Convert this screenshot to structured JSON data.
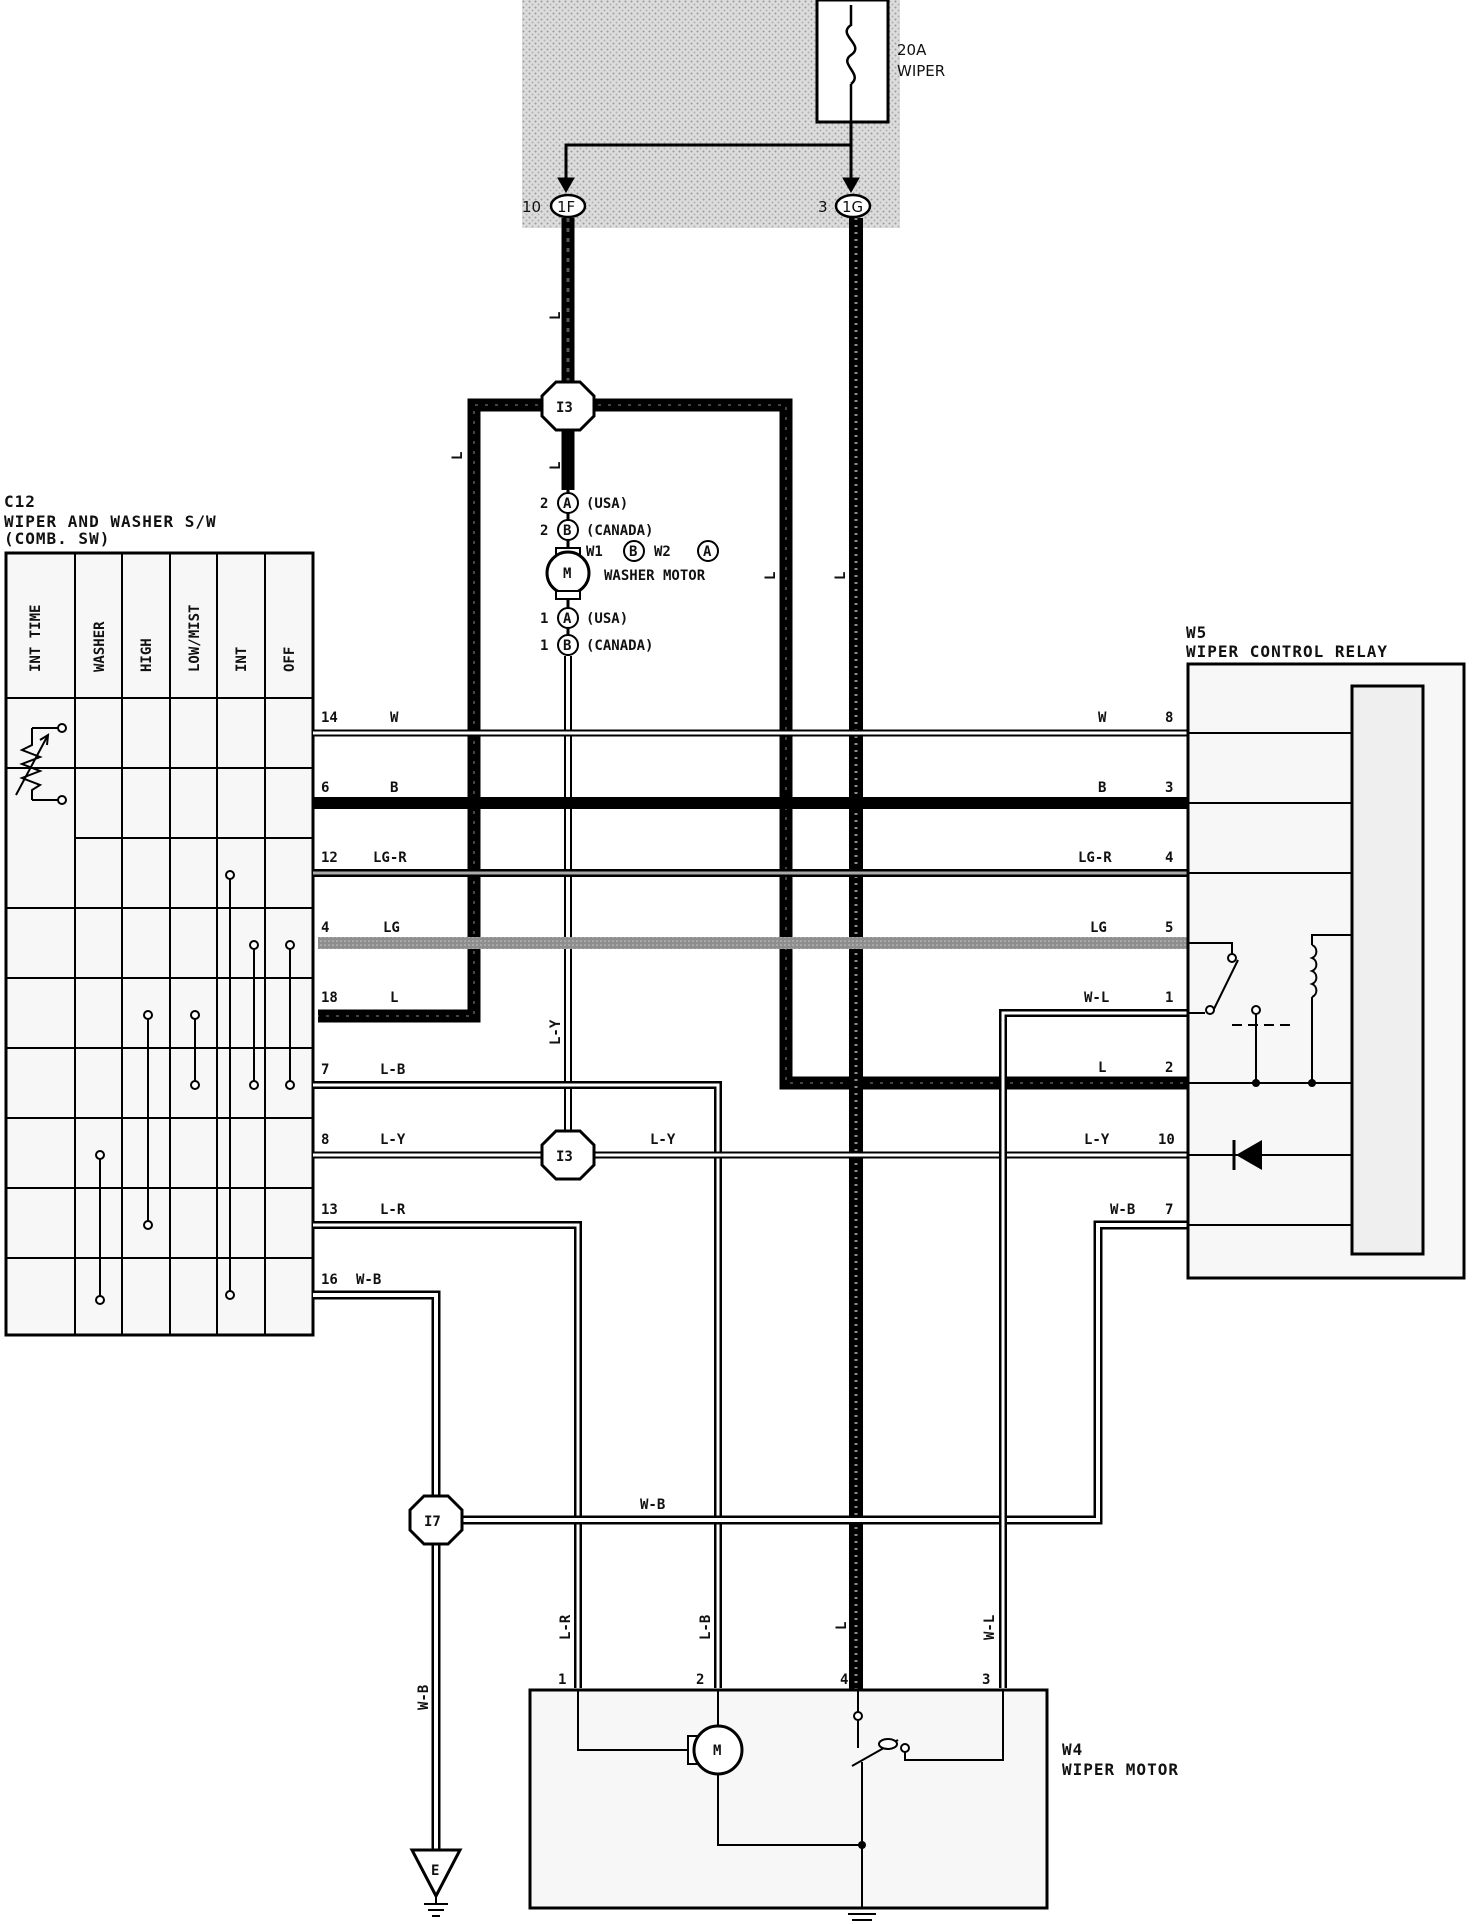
{
  "fuse": {
    "rating": "20A",
    "name": "WIPER"
  },
  "top_connectors": [
    {
      "pin": "10",
      "id": "1F"
    },
    {
      "pin": "3",
      "id": "1G"
    }
  ],
  "junctions": {
    "upper": "I3",
    "lower": "I3",
    "ground_junction": "I7"
  },
  "washer_motor": {
    "conn_top": [
      {
        "pin": "2",
        "conn": "A",
        "note": "(USA)"
      },
      {
        "pin": "2",
        "conn": "B",
        "note": "(CANADA)"
      }
    ],
    "code_a": "W1",
    "conn_a": "B",
    "code_b": "W2",
    "conn_b": "A",
    "label": "WASHER MOTOR",
    "symbol": "M",
    "conn_bottom": [
      {
        "pin": "1",
        "conn": "A",
        "note": "(USA)"
      },
      {
        "pin": "1",
        "conn": "B",
        "note": "(CANADA)"
      }
    ]
  },
  "switch": {
    "code": "C12",
    "name": "WIPER AND WASHER S/W",
    "subname": "(COMB. SW)",
    "columns": [
      "INT TIME",
      "WASHER",
      "HIGH",
      "LOW/MIST",
      "INT",
      "OFF"
    ],
    "pins": [
      {
        "pin": "14",
        "color": "W"
      },
      {
        "pin": "6",
        "color": "B"
      },
      {
        "pin": "12",
        "color": "LG-R"
      },
      {
        "pin": "4",
        "color": "LG"
      },
      {
        "pin": "18",
        "color": "L"
      },
      {
        "pin": "7",
        "color": "L-B"
      },
      {
        "pin": "8",
        "color": "L-Y"
      },
      {
        "pin": "13",
        "color": "L-R"
      },
      {
        "pin": "16",
        "color": "W-B"
      }
    ]
  },
  "relay": {
    "code": "W5",
    "name": "WIPER CONTROL RELAY",
    "pins": [
      {
        "pin": "8",
        "color": "W"
      },
      {
        "pin": "3",
        "color": "B"
      },
      {
        "pin": "4",
        "color": "LG-R"
      },
      {
        "pin": "5",
        "color": "LG"
      },
      {
        "pin": "1",
        "color": "W-L"
      },
      {
        "pin": "2",
        "color": "L"
      },
      {
        "pin": "10",
        "color": "L-Y"
      },
      {
        "pin": "7",
        "color": "W-B"
      }
    ]
  },
  "wiper_motor": {
    "code": "W4",
    "name": "WIPER MOTOR",
    "symbol": "M",
    "pins": [
      "1",
      "2",
      "4",
      "3"
    ],
    "wire_colors": [
      "L-R",
      "L-B",
      "L",
      "W-L"
    ]
  },
  "wire_labels": {
    "feed_1f": "L",
    "junction_left": "L",
    "junction_down": "L",
    "washer_right": "L",
    "feed_1g": "L",
    "washer_ly": "L-Y",
    "ly_right": "L-Y",
    "ground_wb": "W-B",
    "ground_vertical": "W-B"
  },
  "ground_label": "E"
}
